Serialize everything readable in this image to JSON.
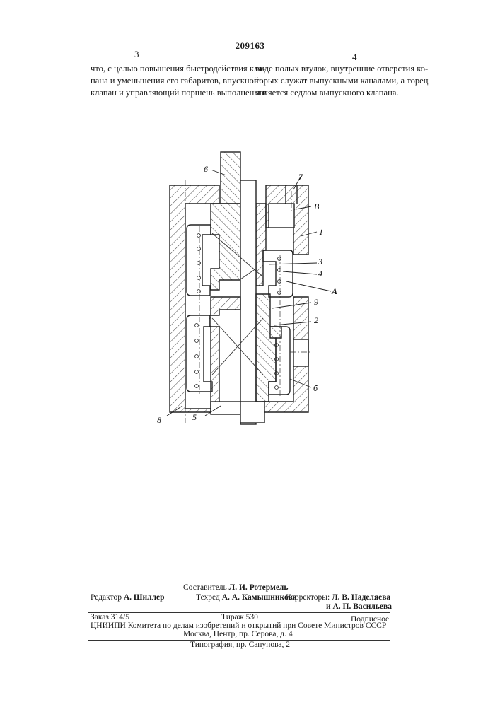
{
  "header": {
    "patent_number": "209163",
    "left_column_number": "3",
    "right_column_number": "4"
  },
  "left_column": {
    "lines": [
      "что, с целью повышения быстродействия кла-",
      "пана и уменьшения его габаритов, впускной",
      "клапан и управляющий поршень выполнены в"
    ]
  },
  "right_column": {
    "lines": [
      "виде полых втулок, внутренние отверстия ко-",
      "торых служат выпускными каналами, а торец",
      "является седлом выпускного клапана."
    ]
  },
  "figure": {
    "labels": {
      "l6_top": "6",
      "l7": "7",
      "lB": "В",
      "l1": "1",
      "l3": "3",
      "l4": "4",
      "lA": "А",
      "l9": "9",
      "l2": "2",
      "l6_bottom": "б",
      "l8": "8",
      "l5": "5"
    }
  },
  "credits": {
    "compiler_label": "Составитель",
    "compiler_name": "Л. И. Ротермель",
    "editor_label": "Редактор",
    "editor_name": "А. Шиллер",
    "techred_label": "Техред",
    "techred_name": "А. А. Камышникова",
    "correctors_label": "Корректоры:",
    "corrector_1": "Л. В. Наделяева",
    "corrector_2": "и А. П. Васильева",
    "order": "Заказ 314/5",
    "circulation": "Тираж 530",
    "subscription": "Подписное",
    "institute": "ЦНИИПИ Комитета по делам изобретений и открытий при Совете Министров СССР",
    "address": "Москва, Центр, пр. Серова, д. 4",
    "printing": "Типография, пр. Сапунова, 2"
  }
}
